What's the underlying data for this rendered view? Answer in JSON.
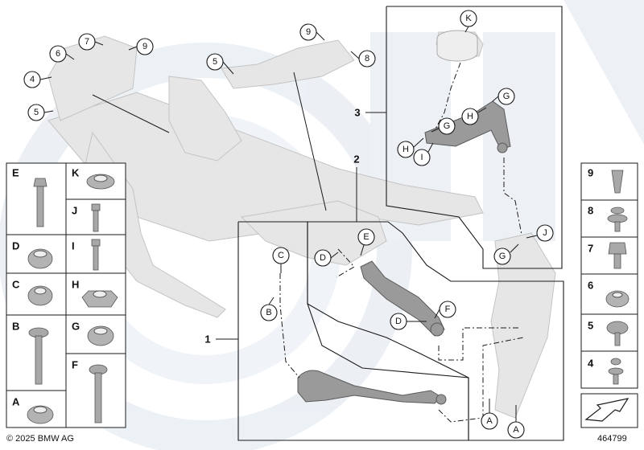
{
  "copyright": "© 2025 BMW AG",
  "diagram_number": "464799",
  "groups": [
    {
      "label": "1"
    },
    {
      "label": "2"
    },
    {
      "label": "3"
    }
  ],
  "frame_callouts": [
    "4",
    "5",
    "5",
    "6",
    "7",
    "8",
    "9",
    "9"
  ],
  "group1_callouts": [
    "A",
    "A",
    "B",
    "C"
  ],
  "group2_callouts": [
    "D",
    "D",
    "E",
    "F"
  ],
  "group3_callouts": [
    "G",
    "G",
    "G",
    "H",
    "H",
    "I",
    "J",
    "K"
  ],
  "left_panel": {
    "cells": [
      {
        "label": "E",
        "part": "bolt"
      },
      {
        "label": "K",
        "part": "nut"
      },
      {
        "label": "J",
        "part": "bolt"
      },
      {
        "label": "D",
        "part": "nut"
      },
      {
        "label": "I",
        "part": "bolt"
      },
      {
        "label": "C",
        "part": "nut"
      },
      {
        "label": "H",
        "part": "nut"
      },
      {
        "label": "B",
        "part": "bolt"
      },
      {
        "label": "G",
        "part": "nut"
      },
      {
        "label": "F",
        "part": "bolt"
      },
      {
        "label": "A",
        "part": "nut"
      }
    ]
  },
  "right_panel": {
    "cells": [
      {
        "label": "9",
        "part": "clip"
      },
      {
        "label": "8",
        "part": "clip"
      },
      {
        "label": "7",
        "part": "bolt"
      },
      {
        "label": "6",
        "part": "nut"
      },
      {
        "label": "5",
        "part": "screw"
      },
      {
        "label": "4",
        "part": "clip"
      }
    ]
  },
  "icons": {
    "navigation": "arrow-icon"
  }
}
